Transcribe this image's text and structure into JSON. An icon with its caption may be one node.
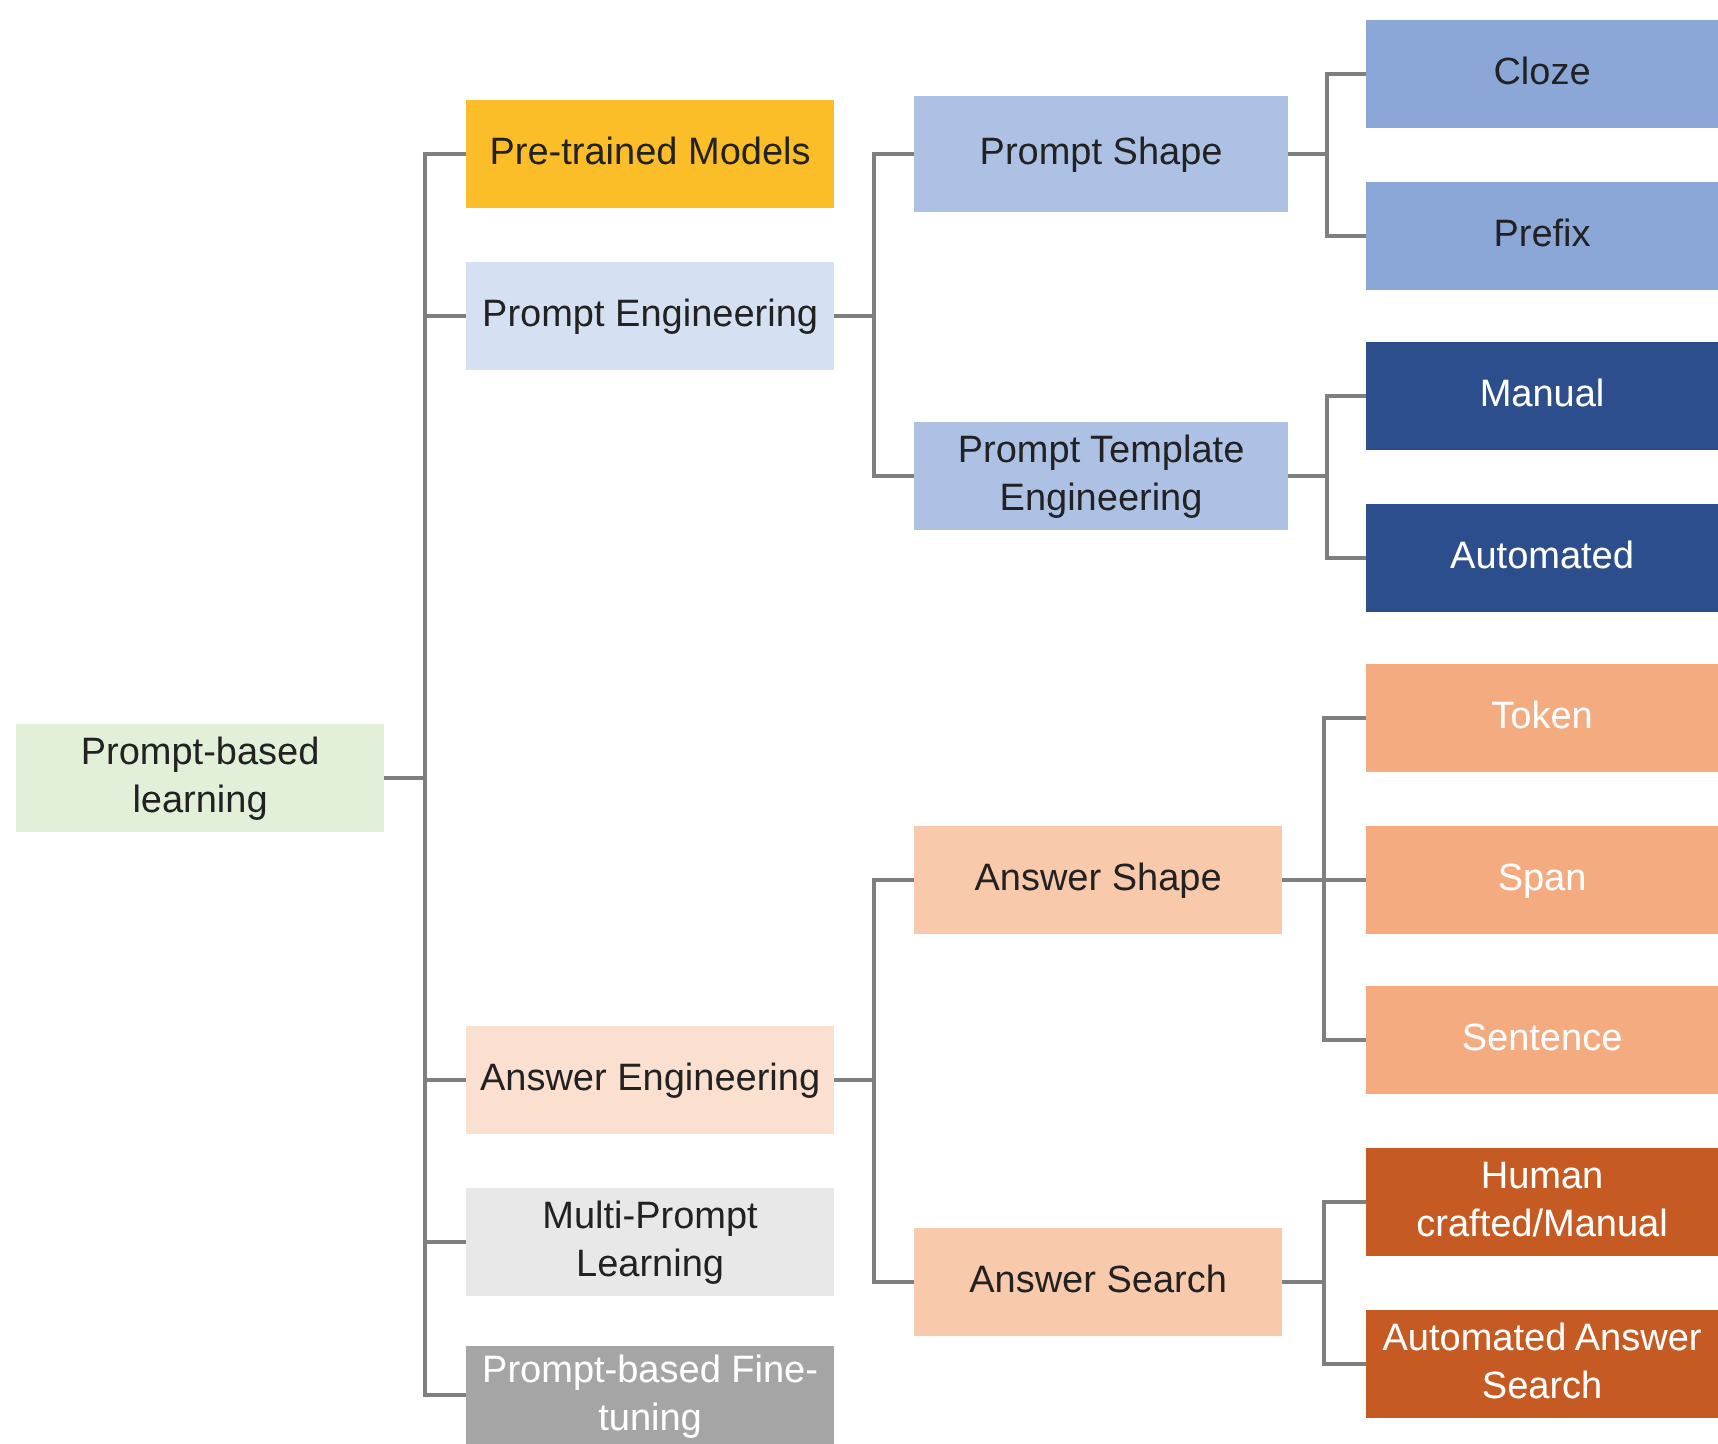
{
  "diagram": {
    "nodes": [
      {
        "text": [
          "Prompt-based learning"
        ]
      },
      {
        "text": [
          "Pre-trained Models"
        ]
      },
      {
        "text": [
          "Prompt Engineering"
        ]
      },
      {
        "text": [
          "Answer Engineering"
        ]
      },
      {
        "text": [
          "Multi-Prompt Learning"
        ]
      },
      {
        "text": [
          "Prompt-based Fine-tuning"
        ]
      },
      {
        "text": [
          "Prompt Shape"
        ]
      },
      {
        "text": [
          "Prompt Template Engineering"
        ]
      },
      {
        "text": [
          "Cloze"
        ]
      },
      {
        "text": [
          "Prefix"
        ]
      },
      {
        "text": [
          "Manual"
        ]
      },
      {
        "text": [
          "Automated"
        ]
      },
      {
        "text": [
          "Answer Shape"
        ]
      },
      {
        "text": [
          "Answer Search"
        ]
      },
      {
        "text": [
          "Token"
        ]
      },
      {
        "text": [
          "Span"
        ]
      },
      {
        "text": [
          "Sentence"
        ]
      },
      {
        "text": [
          "Human crafted/Manual"
        ]
      },
      {
        "text": [
          "Automated Answer Search"
        ]
      }
    ],
    "edges": [
      {
        "from": 0,
        "to": 1,
        "arrow": "none"
      },
      {
        "from": 0,
        "to": 2,
        "arrow": "none"
      },
      {
        "from": 0,
        "to": 3,
        "arrow": "none"
      },
      {
        "from": 0,
        "to": 4,
        "arrow": "none"
      },
      {
        "from": 0,
        "to": 5,
        "arrow": "none"
      },
      {
        "from": 2,
        "to": 6,
        "arrow": "none"
      },
      {
        "from": 2,
        "to": 7,
        "arrow": "none"
      },
      {
        "from": 6,
        "to": 8,
        "arrow": "none"
      },
      {
        "from": 6,
        "to": 9,
        "arrow": "none"
      },
      {
        "from": 7,
        "to": 10,
        "arrow": "none"
      },
      {
        "from": 7,
        "to": 11,
        "arrow": "none"
      },
      {
        "from": 3,
        "to": 12,
        "arrow": "none"
      },
      {
        "from": 3,
        "to": 13,
        "arrow": "none"
      },
      {
        "from": 12,
        "to": 14,
        "arrow": "none"
      },
      {
        "from": 12,
        "to": 15,
        "arrow": "none"
      },
      {
        "from": 12,
        "to": 16,
        "arrow": "none"
      },
      {
        "from": 13,
        "to": 17,
        "arrow": "none"
      },
      {
        "from": 13,
        "to": 18,
        "arrow": "none"
      }
    ]
  }
}
